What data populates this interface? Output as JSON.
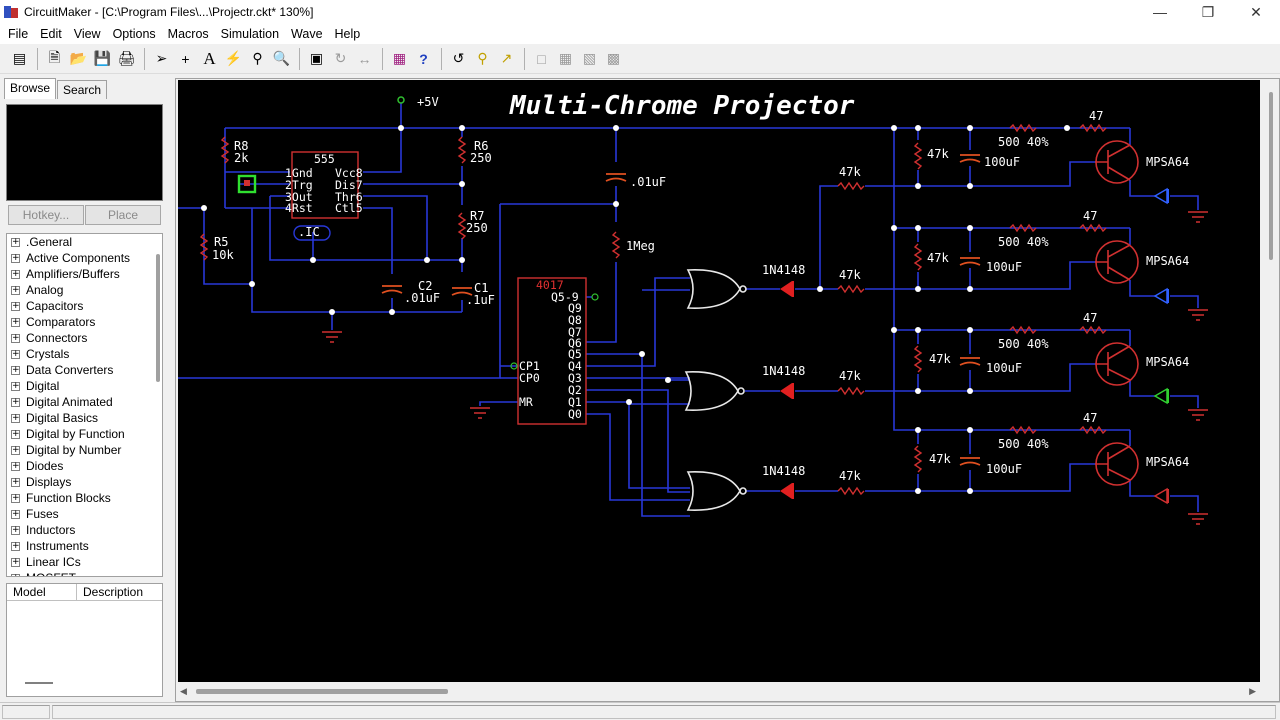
{
  "window": {
    "title": "CircuitMaker - [C:\\Program Files\\...\\Projectr.ckt* 130%]",
    "minimize_icon": "minimize-icon",
    "maximize_icon": "restore-icon",
    "close_icon": "close-icon"
  },
  "menu": [
    "File",
    "Edit",
    "View",
    "Options",
    "Macros",
    "Simulation",
    "Wave",
    "Help"
  ],
  "left_panel": {
    "tabs": [
      "Browse",
      "Search"
    ],
    "hotkey_label": "Hotkey...",
    "place_label": "Place",
    "library": [
      ".General",
      "Active Components",
      "Amplifiers/Buffers",
      "Analog",
      "Capacitors",
      "Comparators",
      "Connectors",
      "Crystals",
      "Data Converters",
      "Digital",
      "Digital Animated",
      "Digital Basics",
      "Digital by Function",
      "Digital by Number",
      "Diodes",
      "Displays",
      "Function Blocks",
      "Fuses",
      "Inductors",
      "Instruments",
      "Linear ICs",
      "MOSFET"
    ],
    "model_headers": [
      "Model",
      "Description"
    ]
  },
  "schematic": {
    "title": "Multi-Chrome Projector",
    "supply": "+5V",
    "timer": {
      "name": "555",
      "left_pins": [
        "1Gnd",
        "2Trg",
        "3Out",
        "4Rst"
      ],
      "right_pins": [
        "Vcc8",
        "Dis7",
        "Thr6",
        "Ctl5"
      ],
      "ic_label": ".IC"
    },
    "r8": {
      "name": "R8",
      "value": "2k"
    },
    "r5": {
      "name": "R5",
      "value": "10k"
    },
    "r6": {
      "name": "R6",
      "value": "250"
    },
    "r7": {
      "name": "R7",
      "value": "250"
    },
    "c2": {
      "name": "C2",
      "value": ".01uF"
    },
    "c1": {
      "name": "C1",
      "value": ".1uF"
    },
    "cap_top": ".01uF",
    "meg": "1Meg",
    "counter": {
      "name": "4017",
      "inputs": [
        "CP1",
        "CP0",
        "MR"
      ],
      "outputs": [
        "Q5-9",
        "Q9",
        "Q8",
        "Q7",
        "Q6",
        "Q5",
        "Q4",
        "Q3",
        "Q2",
        "Q1",
        "Q0"
      ]
    },
    "diode_label": "1N4148",
    "res_47k": "47k",
    "res_47": "47",
    "pot": "500 40%",
    "cap_100": "100uF",
    "transistor": "MPSA64"
  }
}
